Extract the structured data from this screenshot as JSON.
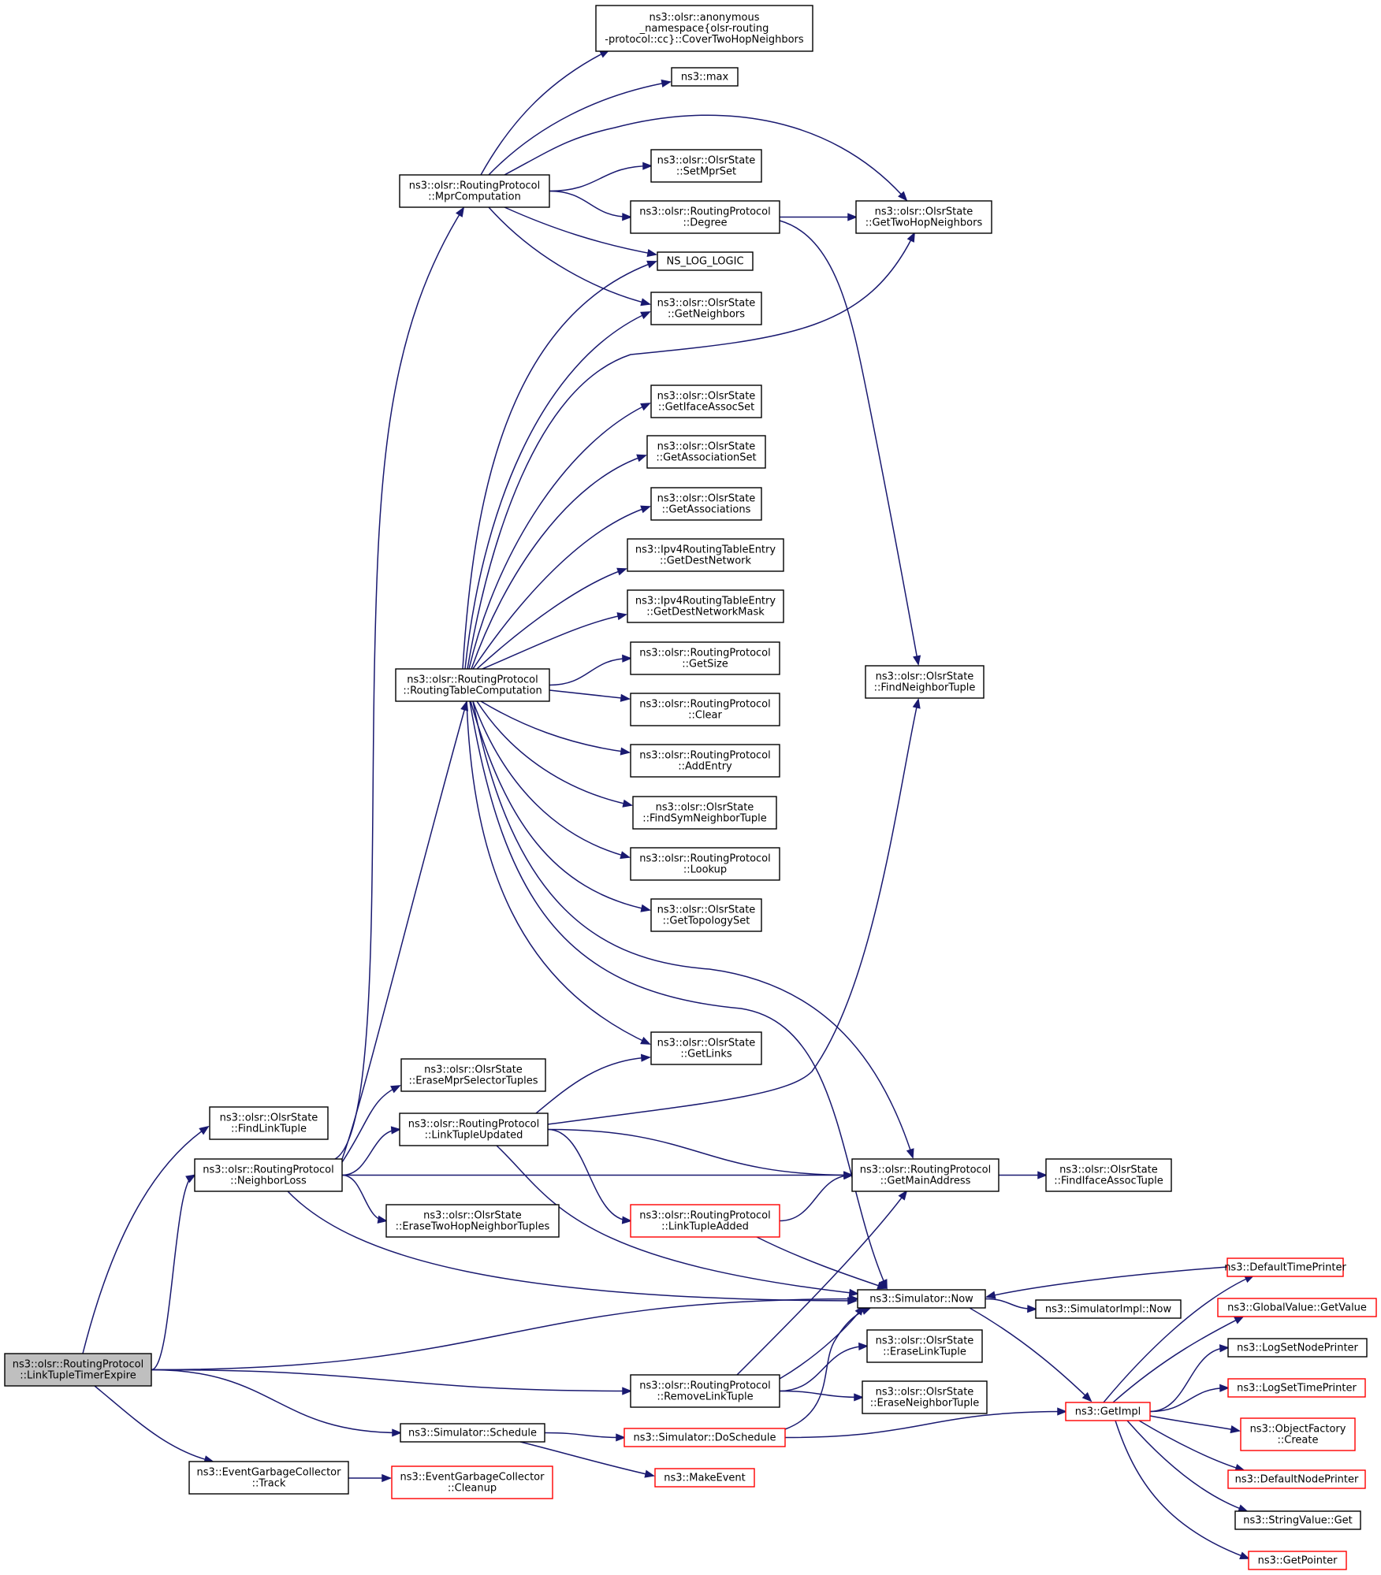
{
  "diagram": {
    "type": "call-graph",
    "colors": {
      "edge": "#191970",
      "root_fill": "#bfbfbf",
      "node_border": "#000000",
      "truncated_border": "#ff0000"
    },
    "nodes": [
      {
        "id": "root",
        "lines": [
          "ns3::olsr::RoutingProtocol",
          "::LinkTupleTimerExpire"
        ],
        "kind": "root"
      },
      {
        "id": "findLinkTuple",
        "lines": [
          "ns3::olsr::OlsrState",
          "::FindLinkTuple"
        ]
      },
      {
        "id": "neighborLoss",
        "lines": [
          "ns3::olsr::RoutingProtocol",
          "::NeighborLoss"
        ]
      },
      {
        "id": "track",
        "lines": [
          "ns3::EventGarbageCollector",
          "::Track"
        ]
      },
      {
        "id": "cleanup",
        "lines": [
          "ns3::EventGarbageCollector",
          "::Cleanup"
        ],
        "kind": "red"
      },
      {
        "id": "mprComputation",
        "lines": [
          "ns3::olsr::RoutingProtocol",
          "::MprComputation"
        ]
      },
      {
        "id": "routingTableComputation",
        "lines": [
          "ns3::olsr::RoutingProtocol",
          "::RoutingTableComputation"
        ]
      },
      {
        "id": "eraseMprSelectorTuples",
        "lines": [
          "ns3::olsr::OlsrState",
          "::EraseMprSelectorTuples"
        ]
      },
      {
        "id": "linkTupleUpdated",
        "lines": [
          "ns3::olsr::RoutingProtocol",
          "::LinkTupleUpdated"
        ]
      },
      {
        "id": "eraseTwoHopNeighborTuples",
        "lines": [
          "ns3::olsr::OlsrState",
          "::EraseTwoHopNeighborTuples"
        ]
      },
      {
        "id": "schedule",
        "lines": [
          "ns3::Simulator::Schedule"
        ]
      },
      {
        "id": "coverTwoHop",
        "lines": [
          "ns3::olsr::anonymous",
          "_namespace{olsr-routing",
          "-protocol::cc}::CoverTwoHopNeighbors"
        ]
      },
      {
        "id": "max",
        "lines": [
          "ns3::max"
        ]
      },
      {
        "id": "setMprSet",
        "lines": [
          "ns3::olsr::OlsrState",
          "::SetMprSet"
        ]
      },
      {
        "id": "degree",
        "lines": [
          "ns3::olsr::RoutingProtocol",
          "::Degree"
        ]
      },
      {
        "id": "nsLogLogic",
        "lines": [
          "NS_LOG_LOGIC"
        ]
      },
      {
        "id": "getNeighbors",
        "lines": [
          "ns3::olsr::OlsrState",
          "::GetNeighbors"
        ]
      },
      {
        "id": "getIfaceAssocSet",
        "lines": [
          "ns3::olsr::OlsrState",
          "::GetIfaceAssocSet"
        ]
      },
      {
        "id": "getAssociationSet",
        "lines": [
          "ns3::olsr::OlsrState",
          "::GetAssociationSet"
        ]
      },
      {
        "id": "getAssociations",
        "lines": [
          "ns3::olsr::OlsrState",
          "::GetAssociations"
        ]
      },
      {
        "id": "getDestNetwork",
        "lines": [
          "ns3::Ipv4RoutingTableEntry",
          "::GetDestNetwork"
        ]
      },
      {
        "id": "getDestNetworkMask",
        "lines": [
          "ns3::Ipv4RoutingTableEntry",
          "::GetDestNetworkMask"
        ]
      },
      {
        "id": "getSize",
        "lines": [
          "ns3::olsr::RoutingProtocol",
          "::GetSize"
        ]
      },
      {
        "id": "clear",
        "lines": [
          "ns3::olsr::RoutingProtocol",
          "::Clear"
        ]
      },
      {
        "id": "addEntry",
        "lines": [
          "ns3::olsr::RoutingProtocol",
          "::AddEntry"
        ]
      },
      {
        "id": "findSymNeighborTuple",
        "lines": [
          "ns3::olsr::OlsrState",
          "::FindSymNeighborTuple"
        ]
      },
      {
        "id": "lookup",
        "lines": [
          "ns3::olsr::RoutingProtocol",
          "::Lookup"
        ]
      },
      {
        "id": "getTopologySet",
        "lines": [
          "ns3::olsr::OlsrState",
          "::GetTopologySet"
        ]
      },
      {
        "id": "getLinks",
        "lines": [
          "ns3::olsr::OlsrState",
          "::GetLinks"
        ]
      },
      {
        "id": "linkTupleAdded",
        "lines": [
          "ns3::olsr::RoutingProtocol",
          "::LinkTupleAdded"
        ],
        "kind": "red"
      },
      {
        "id": "removeLinkTuple",
        "lines": [
          "ns3::olsr::RoutingProtocol",
          "::RemoveLinkTuple"
        ]
      },
      {
        "id": "doSchedule",
        "lines": [
          "ns3::Simulator::DoSchedule"
        ],
        "kind": "red"
      },
      {
        "id": "makeEvent",
        "lines": [
          "ns3::MakeEvent"
        ],
        "kind": "red"
      },
      {
        "id": "getTwoHopNeighbors",
        "lines": [
          "ns3::olsr::OlsrState",
          "::GetTwoHopNeighbors"
        ]
      },
      {
        "id": "findNeighborTuple",
        "lines": [
          "ns3::olsr::OlsrState",
          "::FindNeighborTuple"
        ]
      },
      {
        "id": "getMainAddress",
        "lines": [
          "ns3::olsr::RoutingProtocol",
          "::GetMainAddress"
        ]
      },
      {
        "id": "simNow",
        "lines": [
          "ns3::Simulator::Now"
        ]
      },
      {
        "id": "eraseLinkTuple",
        "lines": [
          "ns3::olsr::OlsrState",
          "::EraseLinkTuple"
        ]
      },
      {
        "id": "eraseNeighborTuple",
        "lines": [
          "ns3::olsr::OlsrState",
          "::EraseNeighborTuple"
        ]
      },
      {
        "id": "findIfaceAssocTuple",
        "lines": [
          "ns3::olsr::OlsrState",
          "::FindIfaceAssocTuple"
        ]
      },
      {
        "id": "simImplNow",
        "lines": [
          "ns3::SimulatorImpl::Now"
        ]
      },
      {
        "id": "getImpl",
        "lines": [
          "ns3::GetImpl"
        ],
        "kind": "red"
      },
      {
        "id": "defaultTimePrinter",
        "lines": [
          "ns3::DefaultTimePrinter"
        ],
        "kind": "red"
      },
      {
        "id": "globalValueGetValue",
        "lines": [
          "ns3::GlobalValue::GetValue"
        ],
        "kind": "red"
      },
      {
        "id": "logSetNodePrinter",
        "lines": [
          "ns3::LogSetNodePrinter"
        ]
      },
      {
        "id": "logSetTimePrinter",
        "lines": [
          "ns3::LogSetTimePrinter"
        ],
        "kind": "red"
      },
      {
        "id": "objectFactoryCreate",
        "lines": [
          "ns3::ObjectFactory",
          "::Create"
        ],
        "kind": "red"
      },
      {
        "id": "defaultNodePrinter",
        "lines": [
          "ns3::DefaultNodePrinter"
        ],
        "kind": "red"
      },
      {
        "id": "stringValueGet",
        "lines": [
          "ns3::StringValue::Get"
        ]
      },
      {
        "id": "getPointer",
        "lines": [
          "ns3::GetPointer"
        ],
        "kind": "red"
      }
    ],
    "edges": [
      [
        "root",
        "findLinkTuple"
      ],
      [
        "root",
        "neighborLoss"
      ],
      [
        "root",
        "simNow"
      ],
      [
        "root",
        "removeLinkTuple"
      ],
      [
        "root",
        "schedule"
      ],
      [
        "root",
        "track"
      ],
      [
        "track",
        "cleanup"
      ],
      [
        "neighborLoss",
        "mprComputation"
      ],
      [
        "neighborLoss",
        "routingTableComputation"
      ],
      [
        "neighborLoss",
        "eraseMprSelectorTuples"
      ],
      [
        "neighborLoss",
        "linkTupleUpdated"
      ],
      [
        "neighborLoss",
        "eraseTwoHopNeighborTuples"
      ],
      [
        "neighborLoss",
        "getMainAddress"
      ],
      [
        "neighborLoss",
        "simNow"
      ],
      [
        "mprComputation",
        "coverTwoHop"
      ],
      [
        "mprComputation",
        "max"
      ],
      [
        "mprComputation",
        "getTwoHopNeighbors"
      ],
      [
        "mprComputation",
        "setMprSet"
      ],
      [
        "mprComputation",
        "degree"
      ],
      [
        "mprComputation",
        "nsLogLogic"
      ],
      [
        "mprComputation",
        "getNeighbors"
      ],
      [
        "degree",
        "getTwoHopNeighbors"
      ],
      [
        "degree",
        "findNeighborTuple"
      ],
      [
        "routingTableComputation",
        "nsLogLogic"
      ],
      [
        "routingTableComputation",
        "getNeighbors"
      ],
      [
        "routingTableComputation",
        "getTwoHopNeighbors"
      ],
      [
        "routingTableComputation",
        "getIfaceAssocSet"
      ],
      [
        "routingTableComputation",
        "getAssociationSet"
      ],
      [
        "routingTableComputation",
        "getAssociations"
      ],
      [
        "routingTableComputation",
        "getDestNetwork"
      ],
      [
        "routingTableComputation",
        "getDestNetworkMask"
      ],
      [
        "routingTableComputation",
        "getSize"
      ],
      [
        "routingTableComputation",
        "clear"
      ],
      [
        "routingTableComputation",
        "addEntry"
      ],
      [
        "routingTableComputation",
        "findSymNeighborTuple"
      ],
      [
        "routingTableComputation",
        "lookup"
      ],
      [
        "routingTableComputation",
        "getTopologySet"
      ],
      [
        "routingTableComputation",
        "getLinks"
      ],
      [
        "routingTableComputation",
        "getMainAddress"
      ],
      [
        "routingTableComputation",
        "simNow"
      ],
      [
        "linkTupleUpdated",
        "getLinks"
      ],
      [
        "linkTupleUpdated",
        "findNeighborTuple"
      ],
      [
        "linkTupleUpdated",
        "getMainAddress"
      ],
      [
        "linkTupleUpdated",
        "linkTupleAdded"
      ],
      [
        "linkTupleUpdated",
        "simNow"
      ],
      [
        "linkTupleAdded",
        "getMainAddress"
      ],
      [
        "linkTupleAdded",
        "simNow"
      ],
      [
        "removeLinkTuple",
        "getMainAddress"
      ],
      [
        "removeLinkTuple",
        "simNow"
      ],
      [
        "removeLinkTuple",
        "eraseLinkTuple"
      ],
      [
        "removeLinkTuple",
        "eraseNeighborTuple"
      ],
      [
        "schedule",
        "doSchedule"
      ],
      [
        "schedule",
        "makeEvent"
      ],
      [
        "doSchedule",
        "simNow"
      ],
      [
        "doSchedule",
        "getImpl"
      ],
      [
        "getMainAddress",
        "findIfaceAssocTuple"
      ],
      [
        "simNow",
        "simImplNow"
      ],
      [
        "simNow",
        "getImpl"
      ],
      [
        "defaultTimePrinter",
        "simNow"
      ],
      [
        "getImpl",
        "defaultTimePrinter"
      ],
      [
        "getImpl",
        "globalValueGetValue"
      ],
      [
        "getImpl",
        "logSetNodePrinter"
      ],
      [
        "getImpl",
        "logSetTimePrinter"
      ],
      [
        "getImpl",
        "objectFactoryCreate"
      ],
      [
        "getImpl",
        "defaultNodePrinter"
      ],
      [
        "getImpl",
        "stringValueGet"
      ],
      [
        "getImpl",
        "getPointer"
      ]
    ]
  }
}
